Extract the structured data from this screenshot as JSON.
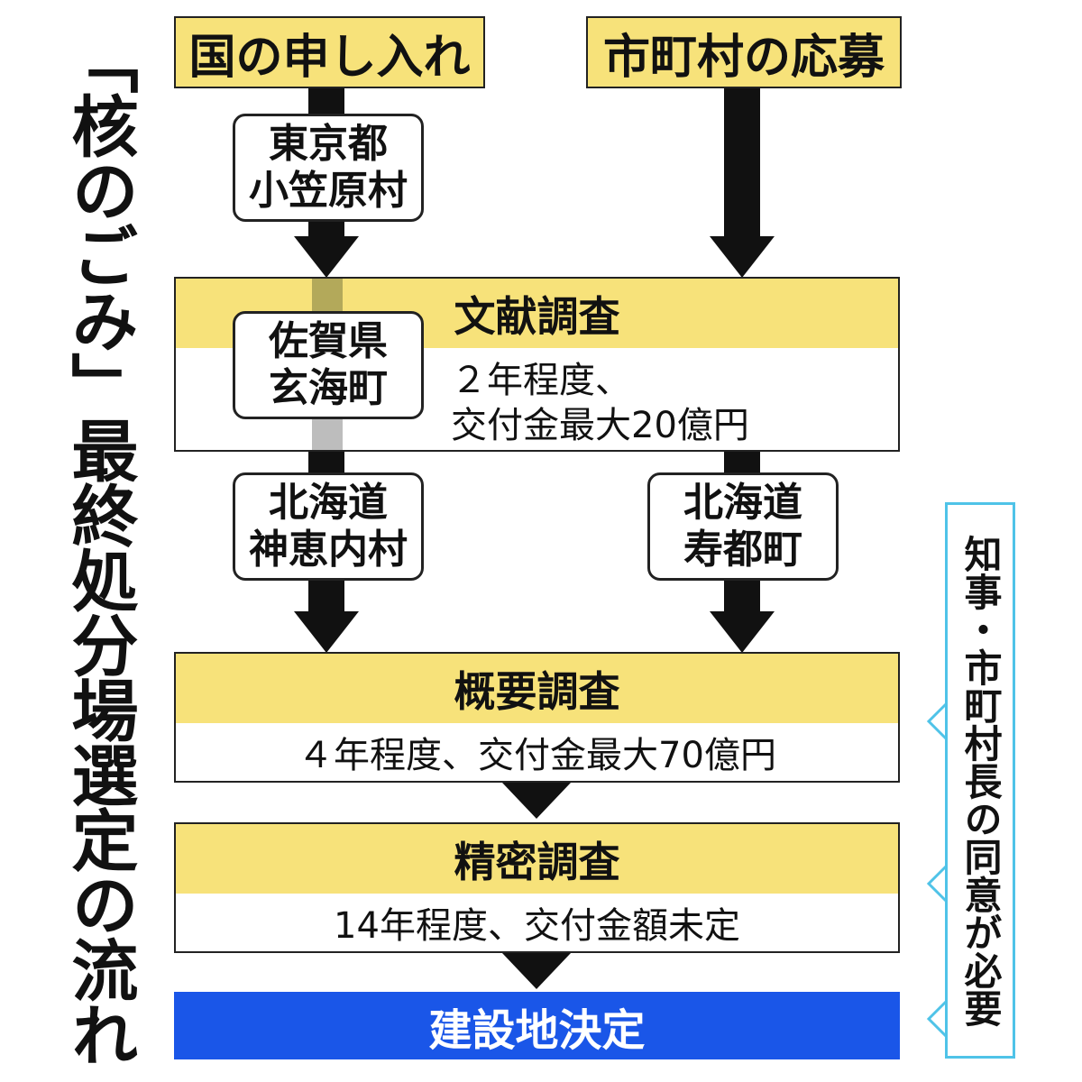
{
  "title": "「核のごみ」最終処分場選定の流れ",
  "start_boxes": {
    "government": "国の申し入れ",
    "municipal": "市町村の応募"
  },
  "stages": [
    {
      "name": "文献調査",
      "detail_line1": "２年程度、",
      "detail_line2": "交付金最大20億円"
    },
    {
      "name": "概要調査",
      "detail": "４年程度、交付金最大70億円"
    },
    {
      "name": "精密調査",
      "detail": "14年程度、交付金額未定"
    }
  ],
  "final": "建設地決定",
  "municipalities": {
    "ogasawara": {
      "line1": "東京都",
      "line2": "小笠原村"
    },
    "genkai": {
      "line1": "佐賀県",
      "line2": "玄海町"
    },
    "kamoenai": {
      "line1": "北海道",
      "line2": "神恵内村"
    },
    "suttsu": {
      "line1": "北海道",
      "line2": "寿都町"
    }
  },
  "consent_note": "知事・市町村長の同意が必要",
  "colors": {
    "stage_yellow": "#f7e27a",
    "final_blue": "#1a56e8",
    "consent_border": "#4fc3e8",
    "arrow": "#111111"
  }
}
